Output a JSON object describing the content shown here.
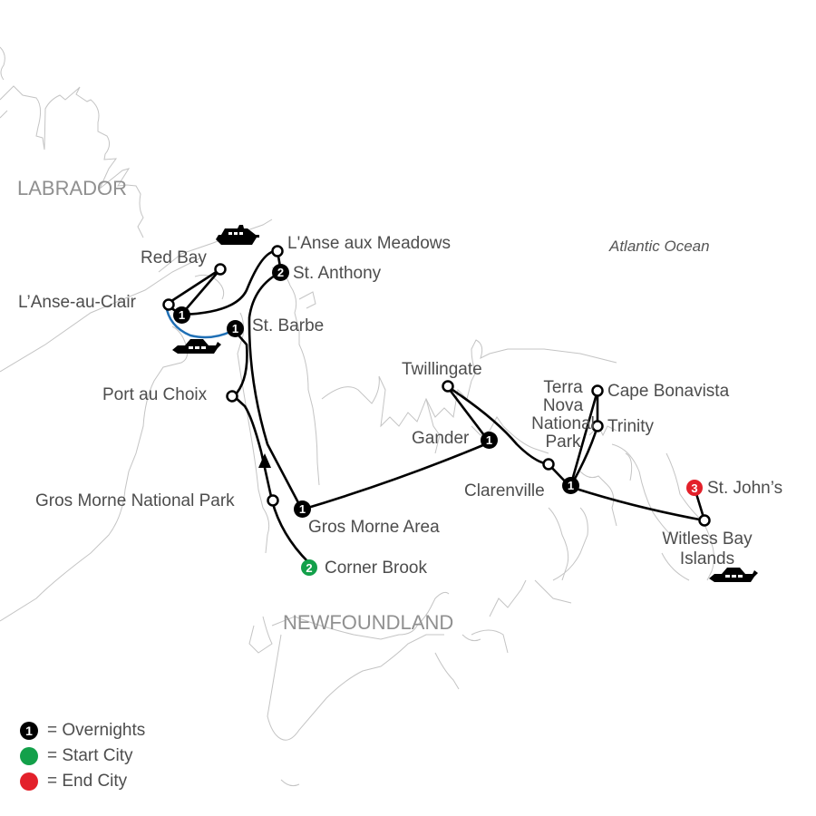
{
  "map": {
    "regions": {
      "labrador": "LABRADOR",
      "newfoundland": "NEWFOUNDLAND",
      "ocean": "Atlantic Ocean"
    },
    "colors": {
      "route": "#000000",
      "ferry_route": "#1f6fb5",
      "start": "#13a04a",
      "end": "#e3202a",
      "coastline": "#bdbdbd"
    },
    "stops": [
      {
        "name": "L'Anse aux Meadows",
        "type": "visit"
      },
      {
        "name": "St. Anthony",
        "type": "overnight",
        "nights": "2"
      },
      {
        "name": "Red Bay",
        "type": "visit"
      },
      {
        "name": "L’Anse-au-Clair",
        "type": "visit"
      },
      {
        "name": "L'Anse-au-Clair overnight",
        "type": "overnight",
        "nights": "1"
      },
      {
        "name": "St. Barbe",
        "type": "overnight",
        "nights": "1"
      },
      {
        "name": "Port au Choix",
        "type": "visit"
      },
      {
        "name": "Gros Morne National Park",
        "type": "visit"
      },
      {
        "name": "Gros Morne Area",
        "type": "overnight",
        "nights": "1"
      },
      {
        "name": "Corner Brook",
        "type": "start",
        "nights": "2"
      },
      {
        "name": "Twillingate",
        "type": "visit"
      },
      {
        "name": "Gander",
        "type": "overnight",
        "nights": "1"
      },
      {
        "name": "Terra Nova National Park",
        "type": "visit"
      },
      {
        "name": "Clarenville",
        "type": "overnight",
        "nights": "1"
      },
      {
        "name": "Cape Bonavista",
        "type": "visit"
      },
      {
        "name": "Trinity",
        "type": "visit"
      },
      {
        "name": "St. John’s",
        "type": "end",
        "nights": "3"
      },
      {
        "name": "Witless Bay Islands",
        "type": "visit"
      }
    ],
    "labels": {
      "lanse_meadows": "L'Anse aux Meadows",
      "st_anthony": "St. Anthony",
      "red_bay": "Red Bay",
      "lanse_clair": "L’Anse-au-Clair",
      "st_barbe": "St. Barbe",
      "port_au_choix": "Port au Choix",
      "gros_morne_np": "Gros Morne National Park",
      "gros_morne_area": "Gros Morne Area",
      "corner_brook": "Corner Brook",
      "twillingate": "Twillingate",
      "gander": "Gander",
      "terra_nova_1": "Terra",
      "terra_nova_2": "Nova",
      "terra_nova_3": "National",
      "terra_nova_4": "Park",
      "clarenville": "Clarenville",
      "cape_bonavista": "Cape Bonavista",
      "trinity": "Trinity",
      "st_johns": "St. John’s",
      "witless_1": "Witless Bay",
      "witless_2": "Islands"
    },
    "markers": {
      "st_anthony": "2",
      "lanse_clair_overnight": "1",
      "st_barbe": "1",
      "gros_morne_area": "1",
      "corner_brook": "2",
      "gander": "1",
      "clarenville": "1",
      "st_johns": "3"
    },
    "icons": [
      "ferry-icon",
      "ferry-icon",
      "ferry-icon",
      "direction-arrow-icon"
    ]
  },
  "legend": {
    "overnights_marker": "1",
    "overnights": "= Overnights",
    "start": "= Start City",
    "end": "= End City"
  }
}
